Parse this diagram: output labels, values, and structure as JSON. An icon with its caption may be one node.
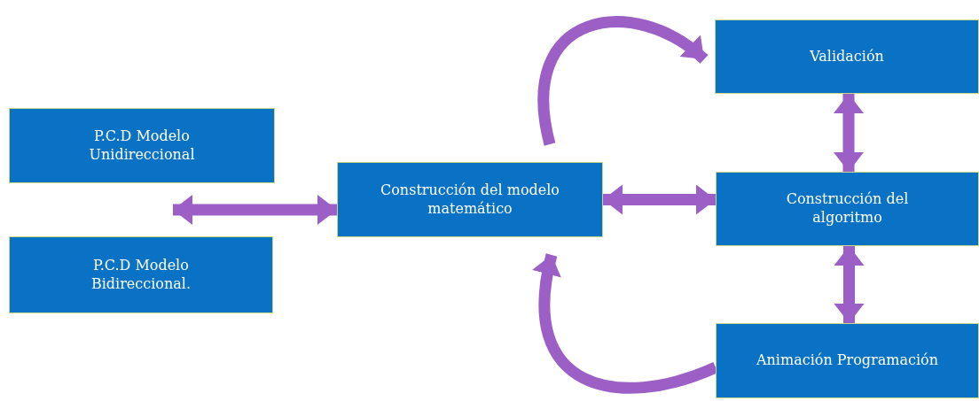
{
  "diagram": {
    "nodes": [
      {
        "text": [
          "P.C.D Modelo Unidireccional"
        ]
      },
      {
        "text": [
          "P.C.D Modelo Bidireccional."
        ]
      },
      {
        "text": [
          "Construcción del modelo matemático"
        ]
      },
      {
        "text": [
          "Validación"
        ]
      },
      {
        "text": [
          "Construcción del algoritmo"
        ]
      },
      {
        "text": [
          "Animación Programación"
        ]
      }
    ],
    "edges": [
      {
        "from": 0,
        "to": 2,
        "arrow": "both"
      },
      {
        "from": 1,
        "to": 2,
        "arrow": "both"
      },
      {
        "from": 2,
        "to": 4,
        "arrow": "both"
      },
      {
        "from": 2,
        "to": 3,
        "arrow": "to"
      },
      {
        "from": 3,
        "to": 4,
        "arrow": "both"
      },
      {
        "from": 4,
        "to": 5,
        "arrow": "both"
      },
      {
        "from": 5,
        "to": 2,
        "arrow": "to"
      }
    ]
  }
}
